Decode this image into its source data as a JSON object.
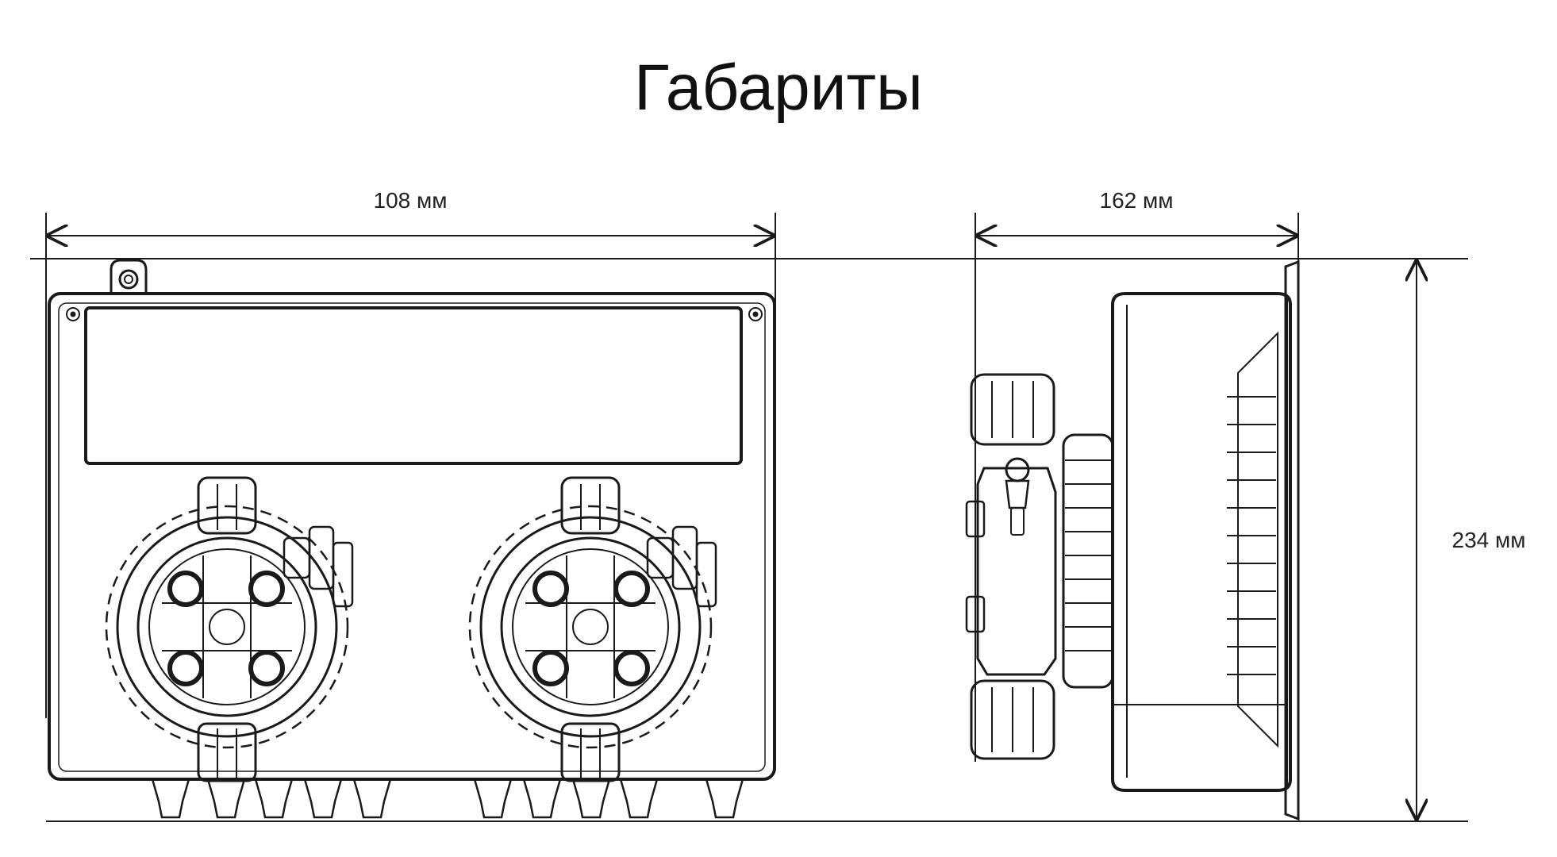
{
  "title": "Габариты",
  "dimensions": {
    "front_width": "108 мм",
    "side_depth": "162 мм",
    "height": "234 мм"
  },
  "colors": {
    "line": "#1a1a1a",
    "background": "#ffffff"
  }
}
